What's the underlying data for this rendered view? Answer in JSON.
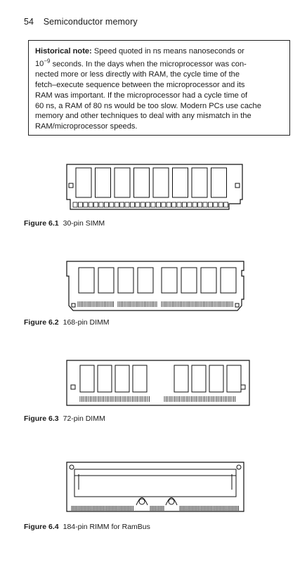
{
  "header": {
    "page_number": "54",
    "chapter_title": "Semiconductor memory"
  },
  "historical_note": {
    "lead": "Historical note:",
    "lines": [
      "Speed quoted in ns means nanoseconds or",
      "seconds. In the days when the microprocessor was con-",
      "nected more or less directly with RAM, the cycle time of the",
      "fetch–execute sequence between the microprocessor and its",
      "RAM was important. If the microprocessor had a cycle time of",
      "60 ns, a RAM of 80 ns would be too slow. Modern PCs use cache",
      "memory and other techniques to deal with any mismatch in the",
      "RAM/microprocessor speeds."
    ],
    "power_base": "10",
    "power_exp": "−9"
  },
  "figures": [
    {
      "number": "Figure 6.1",
      "caption": "30-pin SIMM"
    },
    {
      "number": "Figure 6.2",
      "caption": "168-pin DIMM"
    },
    {
      "number": "Figure 6.3",
      "caption": "72-pin DIMM"
    },
    {
      "number": "Figure 6.4",
      "caption": "184-pin RIMM for RamBus"
    }
  ]
}
